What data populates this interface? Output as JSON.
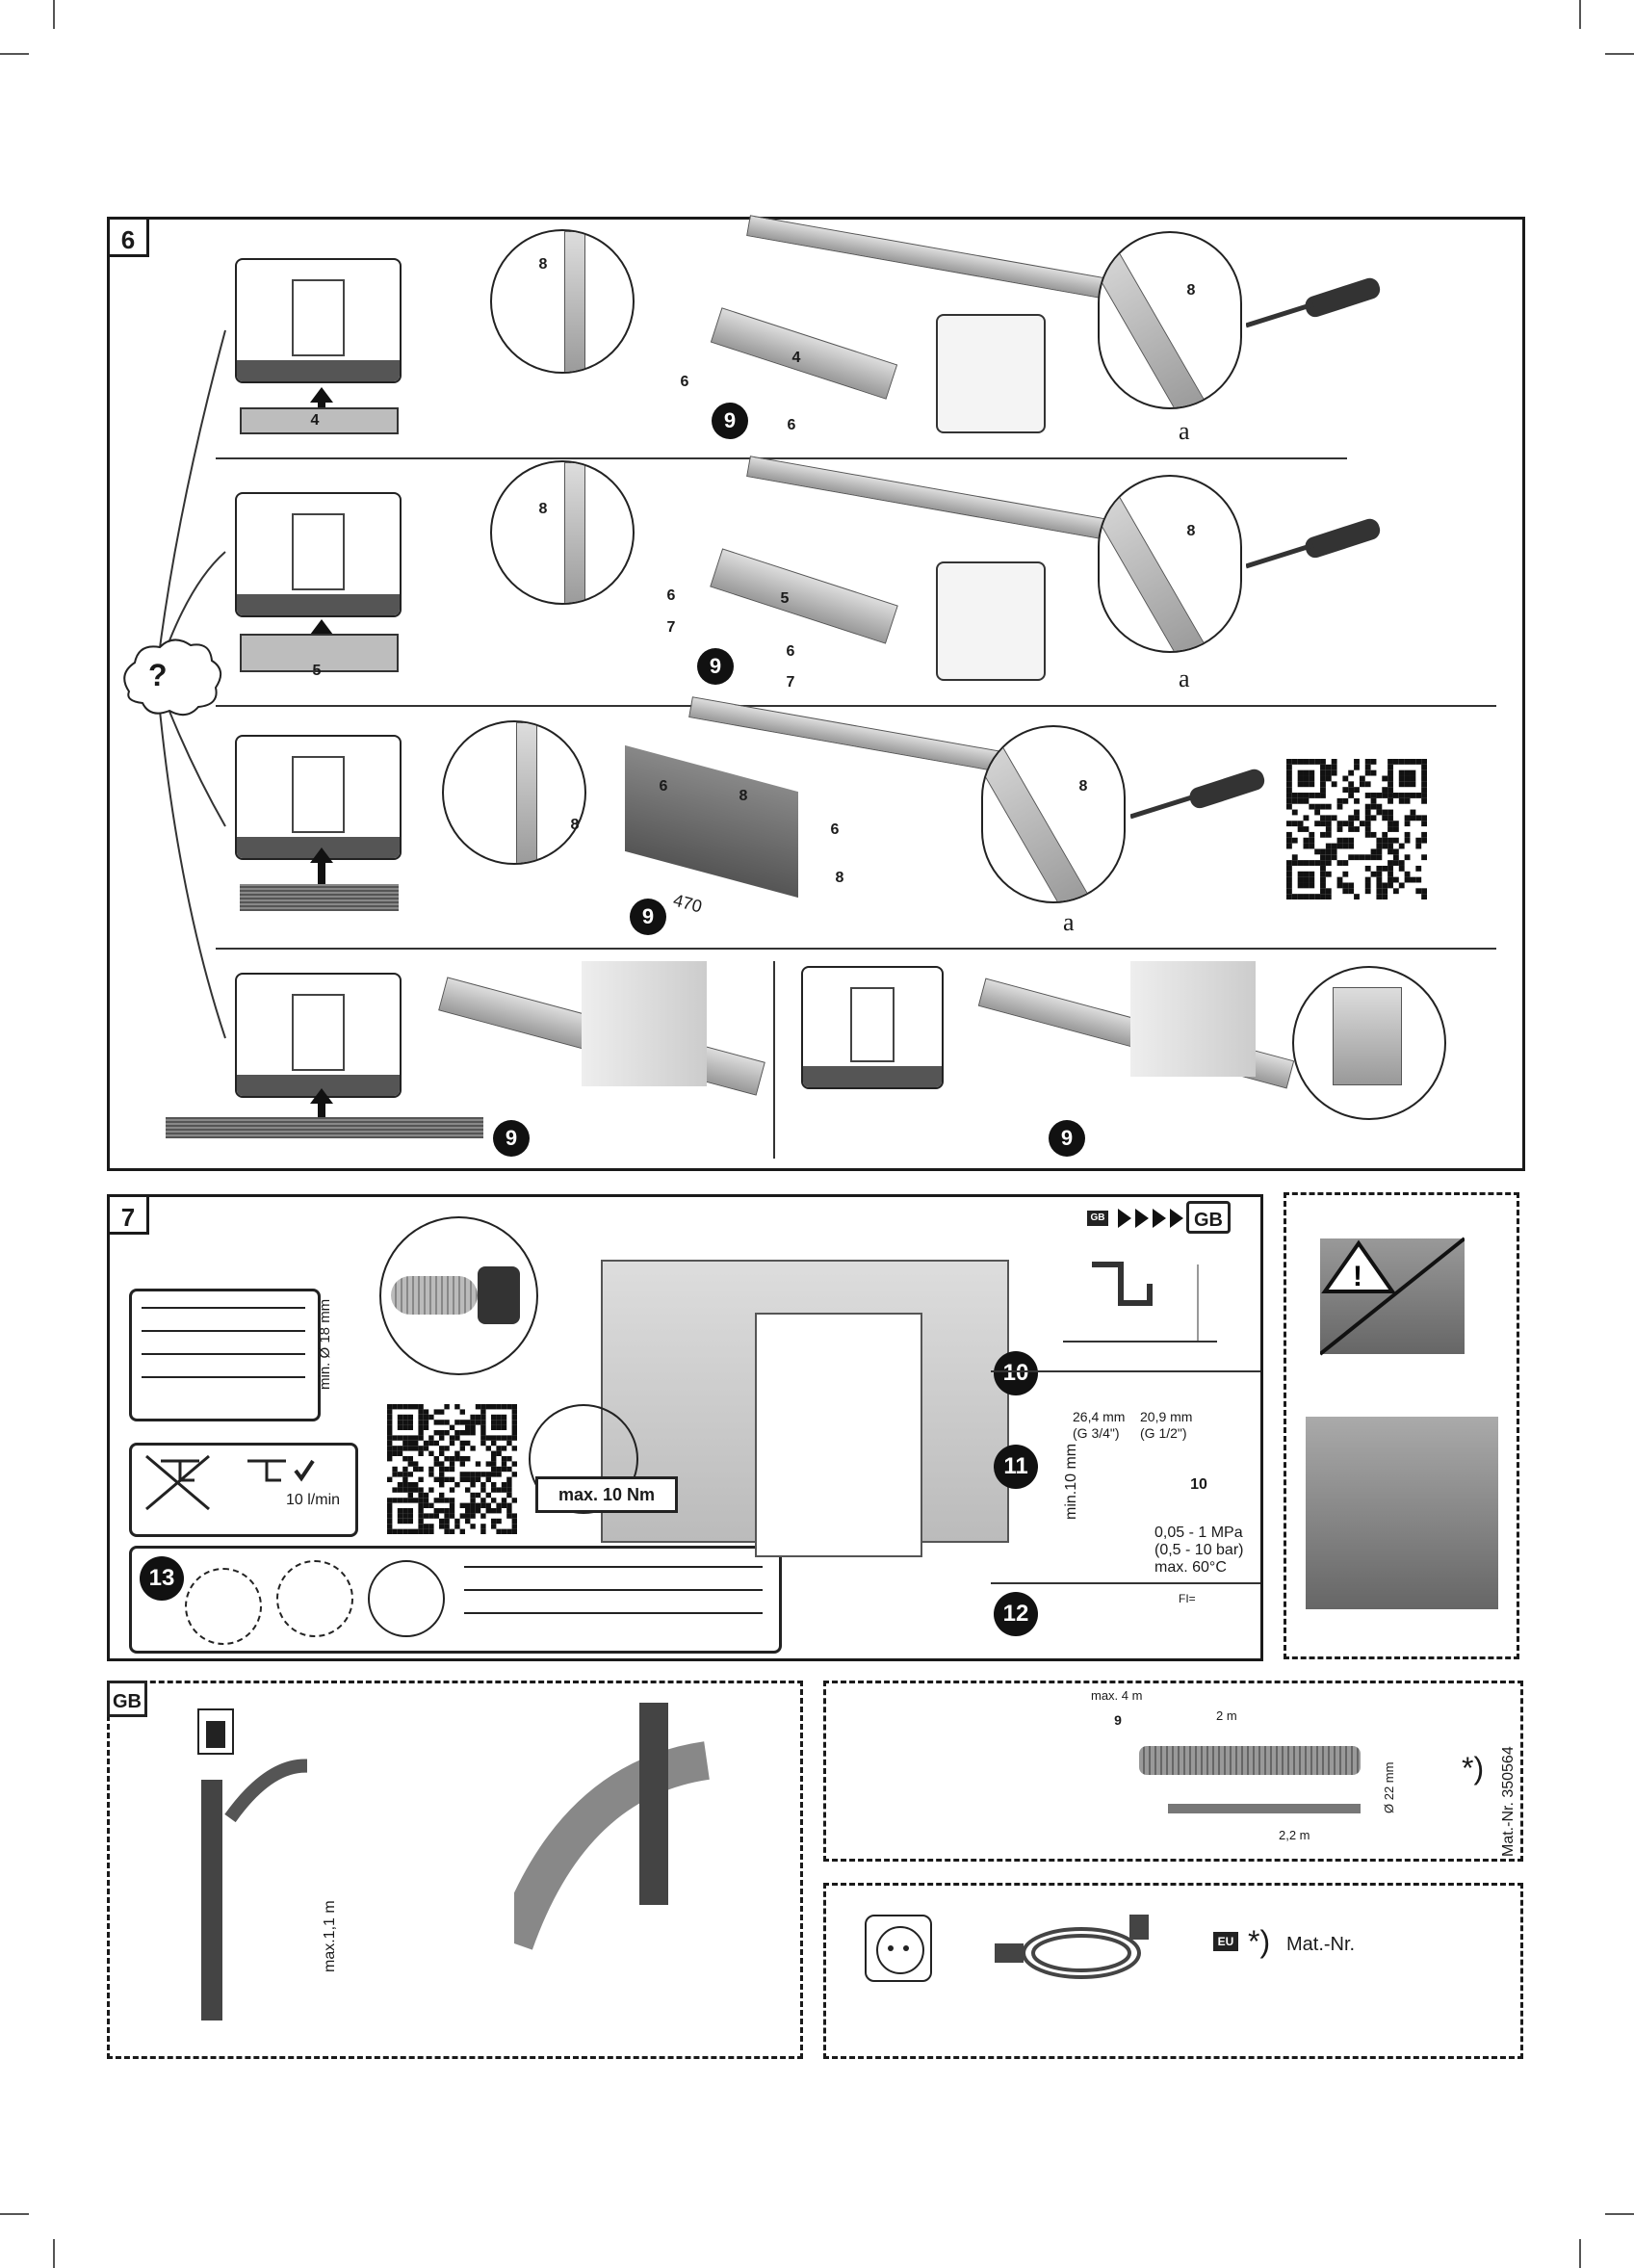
{
  "section6": {
    "step_number": "6",
    "question_mark": "?",
    "rows": [
      {
        "board_label": "4",
        "hexes": [
          "8",
          "4",
          "6",
          "6",
          "8"
        ],
        "step_dot": "9",
        "dim": "a"
      },
      {
        "board_label": "5",
        "hexes": [
          "8",
          "6",
          "7",
          "5",
          "6",
          "7",
          "8"
        ],
        "step_dot": "9",
        "dim": "a"
      },
      {
        "hexes": [
          "8",
          "6",
          "8",
          "6",
          "8",
          "8"
        ],
        "step_dot": "9",
        "measure": "470",
        "dim": "a"
      },
      {
        "step_dots": [
          "9",
          "9"
        ]
      }
    ]
  },
  "section7": {
    "step_number": "7",
    "hose_label": "min. Ø 18 mm",
    "flow_label": "10 l/min",
    "torque_label": "max. 10 Nm",
    "dot_13": "13",
    "dots": [
      "10",
      "11",
      "12"
    ],
    "gb_small": "GB",
    "gb_big": "GB",
    "thread_1": "26,4 mm",
    "thread_1_g": "(G 3/4\")",
    "thread_2": "20,9 mm",
    "thread_2_g": "(G 1/2\")",
    "min_label": "min.10 mm",
    "hex_10": "10",
    "pressure_1": "0,05 - 1 MPa",
    "pressure_2": "(0,5 - 10 bar)",
    "pressure_3": "max. 60°C",
    "fi_label": "FI="
  },
  "gb_section": {
    "tag": "GB",
    "height_label": "max.1,1 m"
  },
  "hose_section": {
    "max_label": "max. 4 m",
    "hex_9": "9",
    "length_2m": "2 m",
    "diameter": "Ø 22 mm",
    "length_22m": "2,2 m",
    "asterisk": "*)",
    "mat_nr": "Mat.-Nr. 350564"
  },
  "power_section": {
    "eu_tag": "EU",
    "asterisk": "*)",
    "mat_nr": "Mat.-Nr."
  }
}
